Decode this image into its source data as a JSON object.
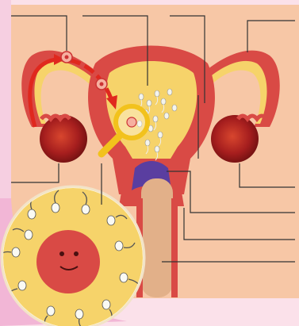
{
  "colors": {
    "page_bg": "#fbe1ea",
    "panel_bg": "#f7c7a6",
    "border_pink": "#f2b6d6",
    "uterus_outer": "#d94a45",
    "uterus_inner": "#f6d36a",
    "ovary": "#a61e1e",
    "cervix_purple": "#5a3ea0",
    "vagina": "#e2b089",
    "arrow_red": "#e0281e",
    "magnifier": "#f2c21c",
    "sperm": "#f4f4ec",
    "egg": "#d94a45",
    "leader_line": "#333333"
  },
  "diagram": {
    "title": "",
    "label_count_left": 2,
    "label_count_top": 3,
    "label_count_right": 5,
    "labels": []
  }
}
